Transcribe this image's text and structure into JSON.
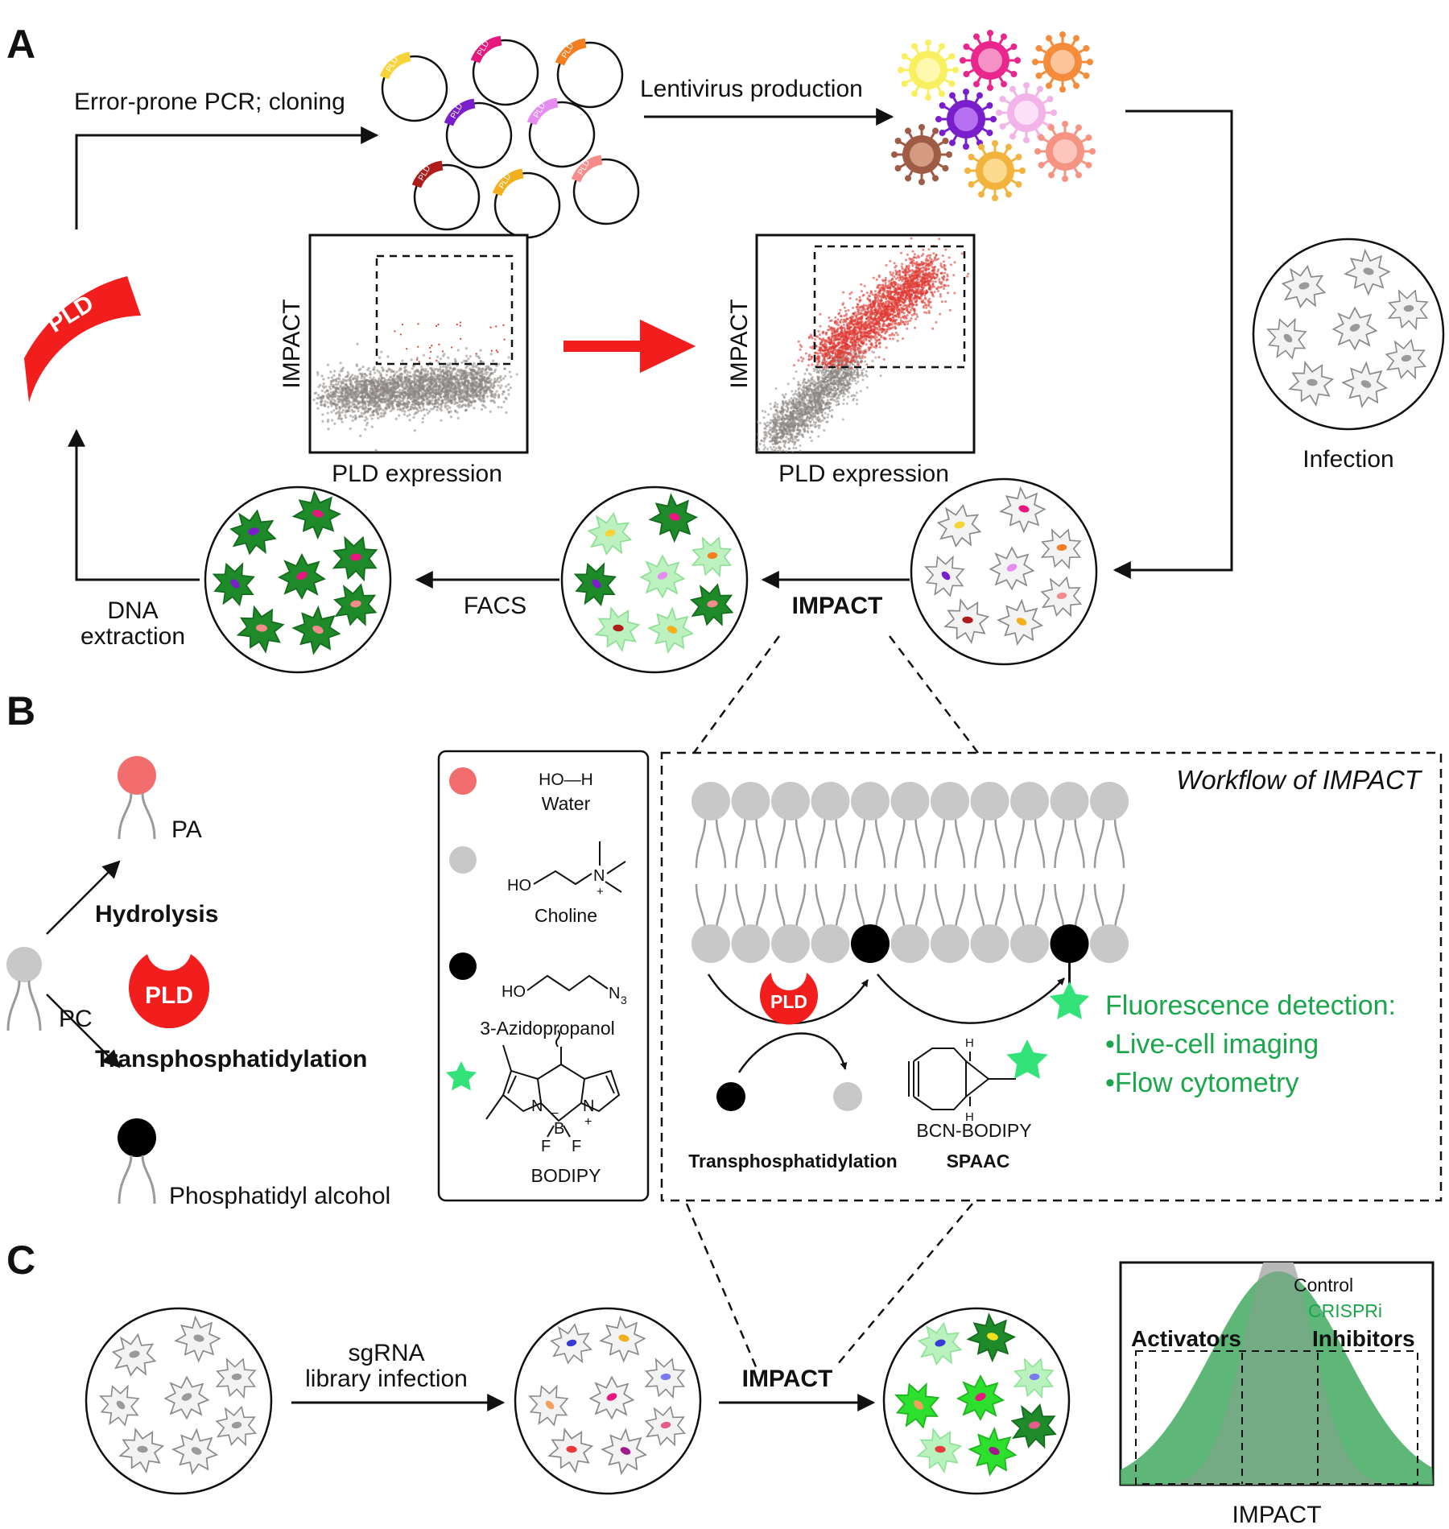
{
  "panels": {
    "a": "A",
    "b": "B",
    "c": "C"
  },
  "panel_a": {
    "pld_label": "PLD",
    "step_mutagenesis": "Error-prone PCR; cloning",
    "step_lentivirus": "Lentivirus production",
    "step_infection": "Infection",
    "step_impact": "IMPACT",
    "step_facs": "FACS",
    "step_dna_line1": "DNA",
    "step_dna_line2": "extraction",
    "plasmid_label": "PLD",
    "plot_before": {
      "ylabel": "IMPACT",
      "xlabel": "PLD expression"
    },
    "plot_after": {
      "ylabel": "IMPACT",
      "xlabel": "PLD expression"
    },
    "colors": {
      "pld_red": "#f21d1d",
      "gate_red": "#e03a33",
      "cell_grey": "#8b8581",
      "dark_green": "#1f8a2a",
      "light_green": "#bdf2c0"
    }
  },
  "panel_b": {
    "pa_label": "PA",
    "pc_label": "PC",
    "pal_label": "Phosphatidyl alcohol",
    "hydrolysis": "Hydrolysis",
    "transphos": "Transphosphatidylation",
    "pld_label": "PLD",
    "legend": {
      "water_formula": "HO—H",
      "water_name": "Water",
      "choline_ho": "HO",
      "choline_n": "N",
      "choline_plus": "+",
      "choline_name": "Choline",
      "azido_ho": "HO",
      "azido_n3": "N",
      "azido_sub": "3",
      "azido_name": "3-Azidopropanol",
      "bodipy_n1": "N",
      "bodipy_n2": "N",
      "bodipy_b": "B",
      "bodipy_minus": "−",
      "bodipy_plus": "+",
      "bodipy_f1": "F",
      "bodipy_f2": "F",
      "bodipy_name": "BODIPY"
    },
    "workflow": {
      "title": "Workflow of IMPACT",
      "pld_label": "PLD",
      "transphos": "Transphosphatidylation",
      "spaac": "SPAAC",
      "bcn_label": "BCN-BODIPY",
      "bcn_h": "H",
      "detection_title": "Fluorescence detection:",
      "detection_items": [
        "•Live-cell imaging",
        "•Flow cytometry"
      ]
    }
  },
  "panel_c": {
    "step_library_line1": "sgRNA",
    "step_library_line2": "library infection",
    "step_impact": "IMPACT",
    "hist": {
      "control": "Control",
      "crispri": "CRISPRi",
      "activators": "Activators",
      "inhibitors": "Inhibitors",
      "xlabel": "IMPACT"
    }
  }
}
